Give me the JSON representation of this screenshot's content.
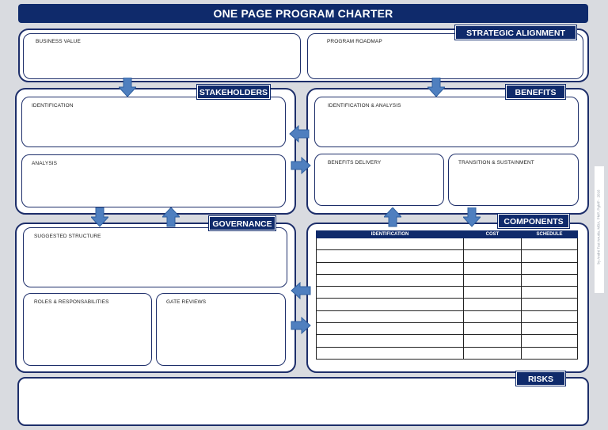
{
  "title": "ONE PAGE PROGRAM CHARTER",
  "sections": {
    "strategic_alignment": {
      "heading": "STRATEGIC ALIGNMENT",
      "business_value": "BUSINESS VALUE",
      "program_roadmap": "PROGRAM ROADMAP"
    },
    "stakeholders": {
      "heading": "STAKEHOLDERS",
      "identification": "IDENTIFICATION",
      "analysis": "ANALYSIS"
    },
    "benefits": {
      "heading": "BENEFITS",
      "identification_analysis": "IDENTIFICATION & ANALYSIS",
      "benefits_delivery": "BENEFITS DELIVERY",
      "transition": "TRANSITION & SUSTAINMENT"
    },
    "governance": {
      "heading": "GOVERNANCE",
      "suggested_structure": "SUGGESTED STRUCTURE",
      "roles": "ROLES & RESPONSABILITIES",
      "gate_reviews": "GATE REVIEWS"
    },
    "components": {
      "heading": "COMPONENTS",
      "columns": [
        "IDENTIFICATION",
        "COST",
        "SCHEDULE"
      ],
      "row_count": 10
    },
    "risks": {
      "heading": "RISKS"
    }
  },
  "credit": "by André Tosi Arruda, MBA, PMP, PgMP · 2016",
  "colors": {
    "navy": "#0f2a6b",
    "arrow": "#4f7fbf",
    "arrow_border": "#2f5f9f"
  }
}
